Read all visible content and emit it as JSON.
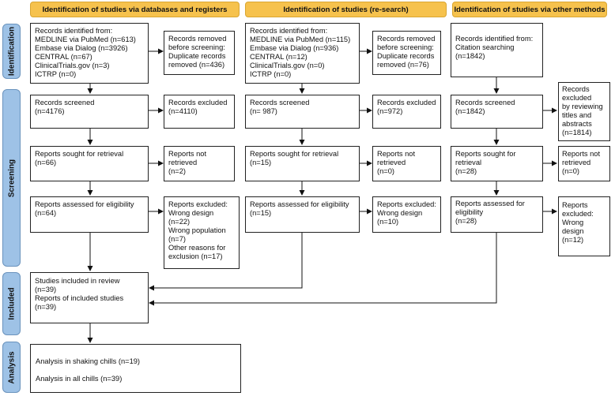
{
  "headers": {
    "databases": "Identification of studies via databases and registers",
    "research": "Identification of studies (re-search)",
    "other": "Identification of studies via other methods"
  },
  "stages": {
    "identification": "Identification",
    "screening": "Screening",
    "included": "Included",
    "analysis": "Analysis"
  },
  "db": {
    "identified": [
      "Records identified from:",
      "MEDLINE via PubMed (n=613)",
      "Embase via Dialog (n=3926)",
      "CENTRAL (n=67)",
      "ClinicalTrials.gov (n=3)",
      "ICTRP (n=0)"
    ],
    "removed": [
      "Records removed",
      "before screening:",
      "Duplicate records",
      "removed (n=436)"
    ],
    "screened": [
      "Records screened",
      "(n=4176)"
    ],
    "excluded": [
      "Records excluded",
      "(n=4110)"
    ],
    "sought": [
      "Reports sought for retrieval",
      "(n=66)"
    ],
    "not_retrieved": [
      "Reports not",
      "retrieved",
      "(n=2)"
    ],
    "assessed": [
      "Reports assessed for eligibility",
      "(n=64)"
    ],
    "reports_excluded": [
      "Reports excluded:",
      "Wrong design",
      "(n=22)",
      "Wrong population",
      "(n=7)",
      "Other reasons for",
      "exclusion (n=17)"
    ]
  },
  "rs": {
    "identified": [
      "Records identified from:",
      "MEDLINE via PubMed (n=115)",
      "Embase via Dialog (n=936)",
      "CENTRAL (n=12)",
      "ClinicalTrials.gov (n=0)",
      "ICTRP (n=0)"
    ],
    "removed": [
      "Records removed",
      "before screening:",
      "Duplicate records",
      "removed (n=76)"
    ],
    "screened": [
      "Records screened",
      "(n= 987)"
    ],
    "excluded": [
      "Records excluded",
      "(n=972)"
    ],
    "sought": [
      "Reports sought for retrieval",
      "(n=15)"
    ],
    "not_retrieved": [
      "Reports not",
      "retrieved",
      "(n=0)"
    ],
    "assessed": [
      "Reports assessed for eligibility",
      "(n=15)"
    ],
    "reports_excluded": [
      "Reports excluded:",
      "Wrong design",
      "(n=10)"
    ]
  },
  "om": {
    "identified": [
      "Records identified from:",
      "Citation searching",
      "(n=1842)"
    ],
    "screened": [
      "Records screened",
      "(n=1842)"
    ],
    "excluded": [
      "Records",
      "excluded",
      "by reviewing",
      "titles and",
      "abstracts",
      "(n=1814)"
    ],
    "sought": [
      "Reports sought for",
      "retrieval",
      "(n=28)"
    ],
    "not_retrieved": [
      "Reports not",
      "retrieved",
      "(n=0)"
    ],
    "assessed": [
      "Reports assessed for",
      "eligibility",
      "(n=28)"
    ],
    "reports_excluded": [
      "Reports",
      "excluded:",
      "Wrong",
      "design",
      "(n=12)"
    ]
  },
  "included": [
    "Studies included in review",
    "(n=39)",
    "Reports of included studies",
    "(n=39)"
  ],
  "analysis": [
    "Analysis in shaking chills (n=19)",
    "",
    "Analysis in all chills (n=39)"
  ]
}
